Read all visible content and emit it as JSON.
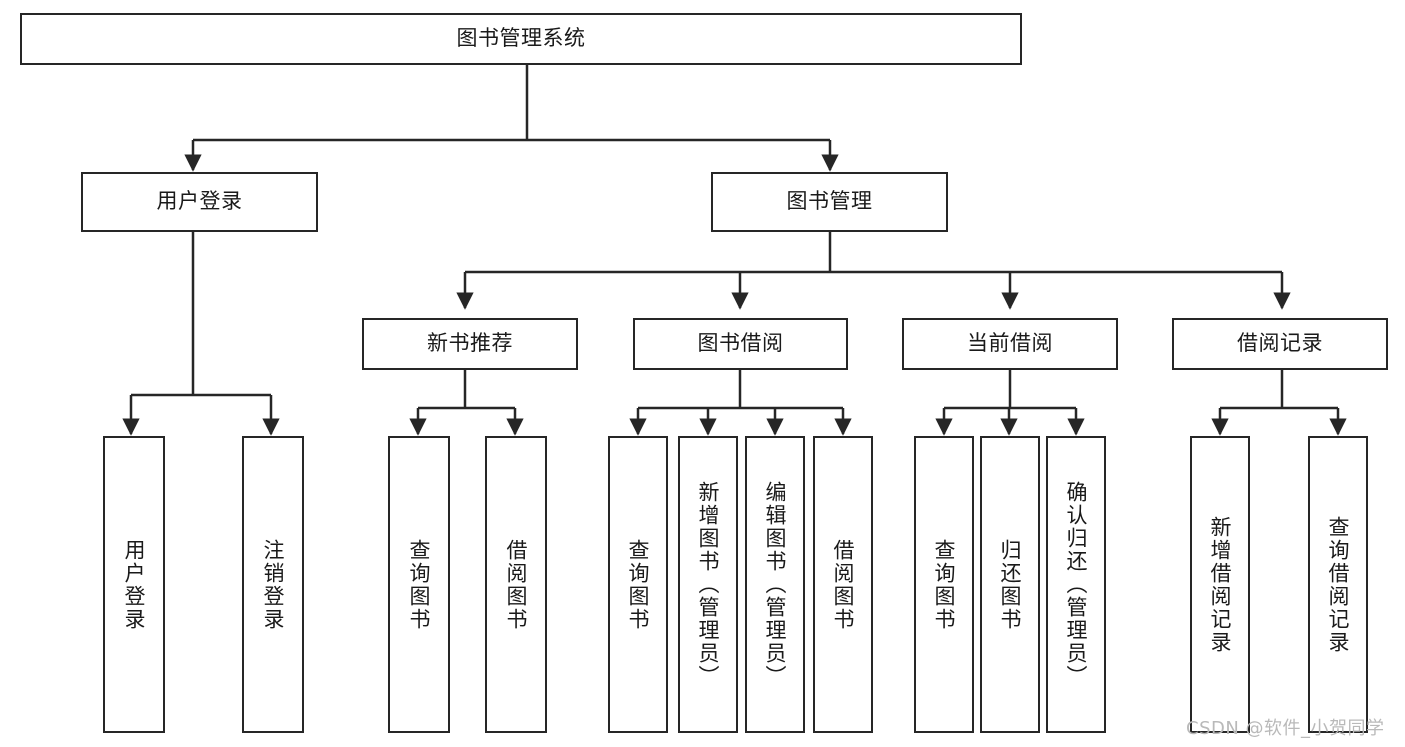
{
  "diagram": {
    "title": "图书管理系统",
    "type": "tree-hierarchy-chart",
    "colors": {
      "box_border": "#262626",
      "box_fill": "#ffffff",
      "connector": "#262626",
      "text": "#1a1a1a",
      "watermark": "#b9b9b9",
      "background": "#ffffff"
    },
    "root": {
      "label": "图书管理系统"
    },
    "level2": [
      {
        "label": "用户登录"
      },
      {
        "label": "图书管理"
      }
    ],
    "level3": [
      {
        "label": "新书推荐"
      },
      {
        "label": "图书借阅"
      },
      {
        "label": "当前借阅"
      },
      {
        "label": "借阅记录"
      }
    ],
    "leaves": {
      "user_login": [
        {
          "label": "用户登录"
        },
        {
          "label": "注销登录"
        }
      ],
      "new_book_recommend": [
        {
          "label": "查询图书"
        },
        {
          "label": "借阅图书"
        }
      ],
      "book_borrow": [
        {
          "label": "查询图书"
        },
        {
          "label": "新增图书（管理员）"
        },
        {
          "label": "编辑图书（管理员）"
        },
        {
          "label": "借阅图书"
        }
      ],
      "current_borrow": [
        {
          "label": "查询图书"
        },
        {
          "label": "归还图书"
        },
        {
          "label": "确认归还（管理员）"
        }
      ],
      "borrow_record": [
        {
          "label": "新增借阅记录"
        },
        {
          "label": "查询借阅记录"
        }
      ]
    }
  },
  "watermark": {
    "text": "CSDN @软件_小贺同学"
  }
}
